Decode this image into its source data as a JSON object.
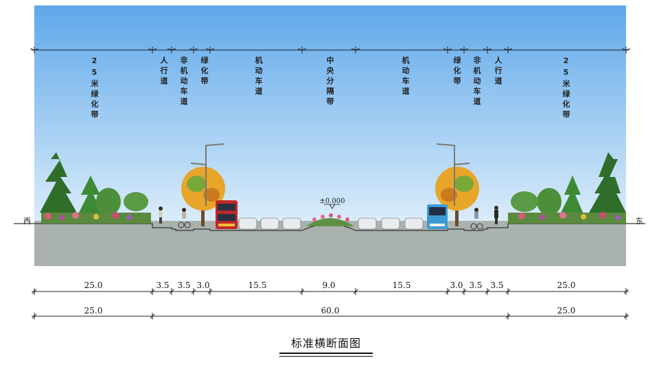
{
  "title": "标准横断面图",
  "directions": {
    "west": "西",
    "east": "东"
  },
  "elevation_mark": "±0.000",
  "zone_labels": [
    "25米绿化带",
    "人行道",
    "非机动车道",
    "绿化带",
    "机动车道",
    "中央分隔带",
    "机动车道",
    "绿化带",
    "非机动车道",
    "人行道",
    "25米绿化带"
  ],
  "segment_widths": [
    "25.0",
    "3.5",
    "3.5",
    "3.0",
    "15.5",
    "9.0",
    "15.5",
    "3.0",
    "3.5",
    "3.5",
    "25.0"
  ],
  "total_widths": [
    "25.0",
    "60.0",
    "25.0"
  ],
  "colors": {
    "sky_top": "#5ea8ea",
    "sky_bottom": "#d9ecfa",
    "ground": "#a9b2ad",
    "road": "#5a5f63",
    "tree_green": "#2f7d2c",
    "tree_orange": "#e8a52a",
    "bus_red": "#c0282a",
    "bus_blue": "#3a9ad6"
  }
}
